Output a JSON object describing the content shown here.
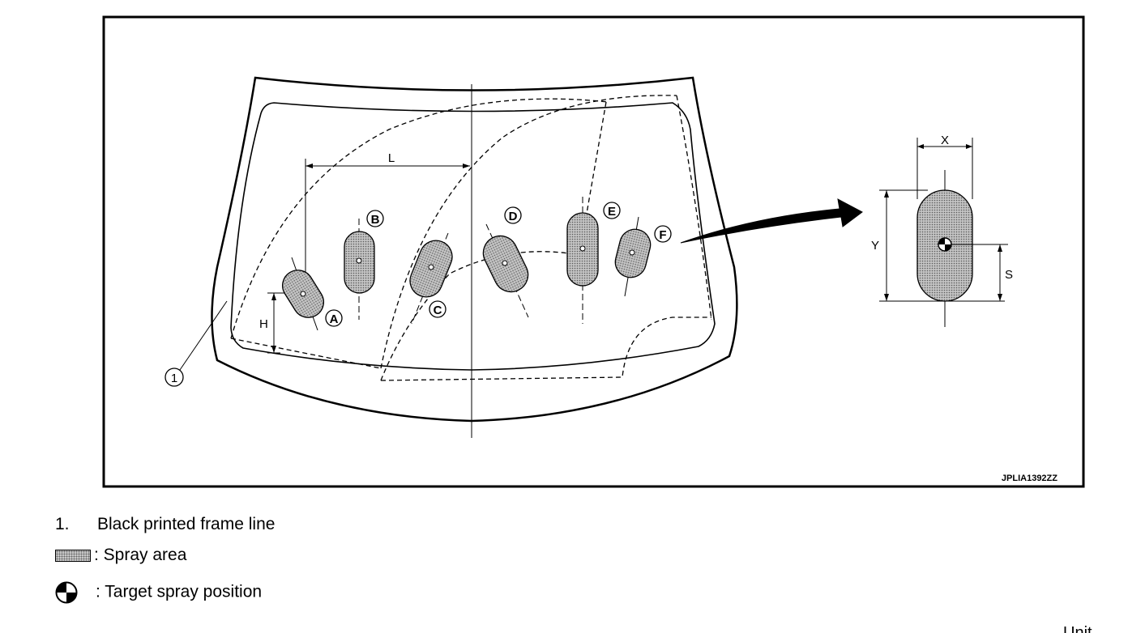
{
  "figure": {
    "code": "JPLIA1392ZZ",
    "labels": {
      "L": "L",
      "H": "H",
      "X": "X",
      "Y": "Y",
      "S": "S",
      "frame_line_callout": "1"
    },
    "nozzle_spots": [
      {
        "id": "A"
      },
      {
        "id": "B"
      },
      {
        "id": "C"
      },
      {
        "id": "D"
      },
      {
        "id": "E"
      },
      {
        "id": "F"
      }
    ]
  },
  "legend": [
    {
      "number": "1.",
      "text": "Black printed frame line"
    },
    {
      "symbol": "spray-area-swatch",
      "text": ": Spray area"
    },
    {
      "symbol": "target-spray-icon",
      "text": ": Target spray position"
    }
  ],
  "footer": {
    "unit_partial": "Unit"
  }
}
